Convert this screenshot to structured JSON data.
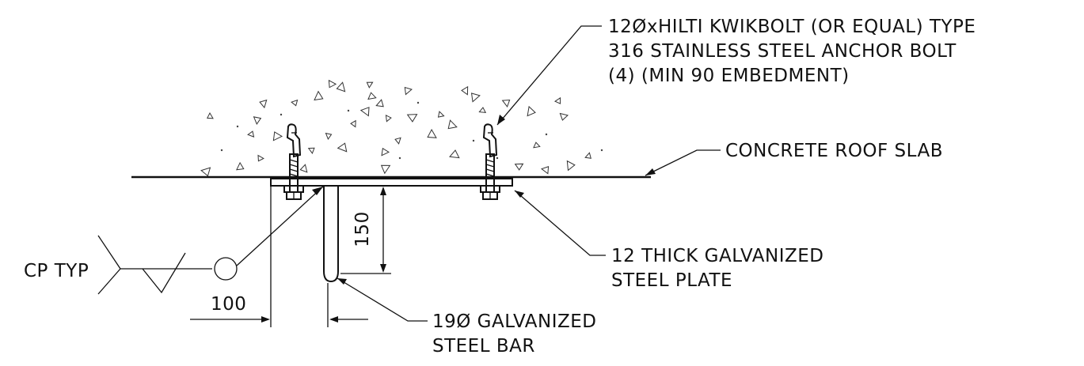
{
  "labels": {
    "anchor_line1": "12ØxHILTI KWIKBOLT (OR EQUAL) TYPE",
    "anchor_line2": "316 STAINLESS STEEL ANCHOR BOLT",
    "anchor_line3": "(4) (MIN 90 EMBEDMENT)",
    "roof_slab": "CONCRETE ROOF SLAB",
    "plate_line1": "12 THICK GALVANIZED",
    "plate_line2": "STEEL PLATE",
    "bar_line1": "19Ø GALVANIZED",
    "bar_line2": "STEEL BAR",
    "cp_typ": "CP TYP"
  },
  "dimensions": {
    "bar_length": "150",
    "edge_offset": "100"
  },
  "colors": {
    "linework": "#111111",
    "background": "#ffffff"
  }
}
